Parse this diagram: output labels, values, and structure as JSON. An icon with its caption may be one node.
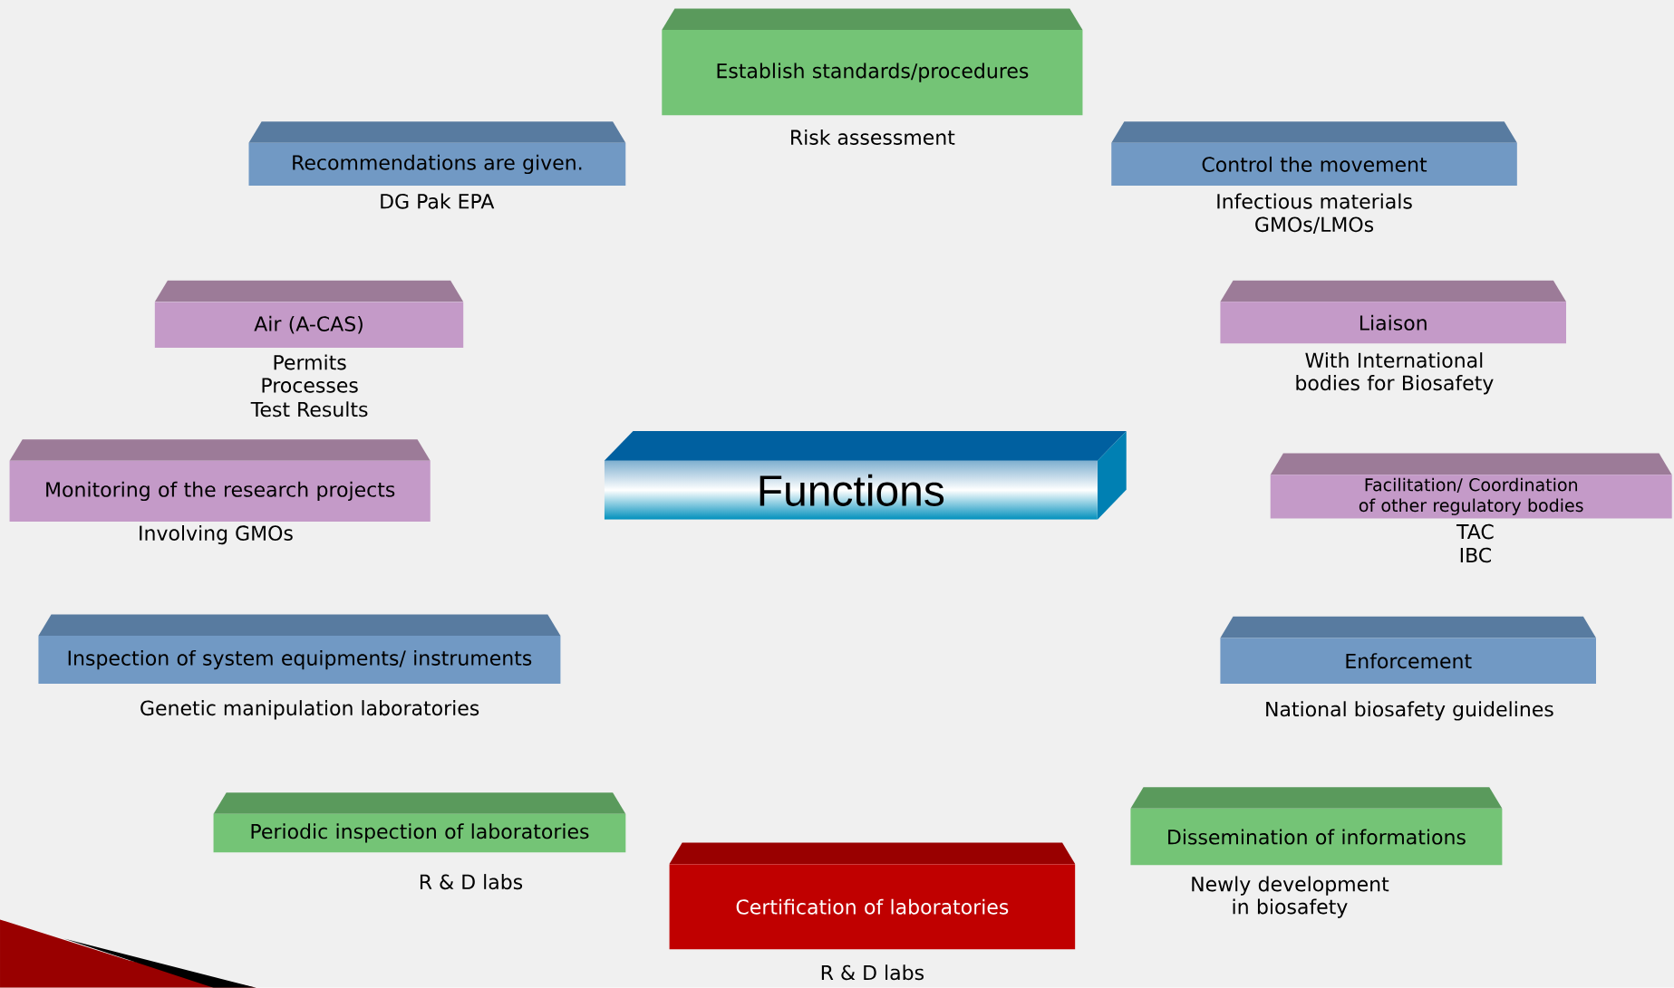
{
  "diagram": {
    "nodes": [
      {
        "text": [
          "Establish standards/procedures"
        ],
        "beside": [
          "Risk assessment"
        ]
      },
      {
        "text": [
          "Recommendations are given."
        ],
        "beside": [
          "DG Pak EPA"
        ]
      },
      {
        "text": [
          "Control the movement"
        ],
        "beside": [
          "Infectious materials",
          "GMOs/LMOs"
        ]
      },
      {
        "text": [
          "Air (A-CAS)"
        ],
        "beside": [
          "Permits",
          "Processes",
          "Test Results"
        ]
      },
      {
        "text": [
          "Liaison"
        ],
        "beside": [
          "With International bodies for Biosafety"
        ]
      },
      {
        "text": [
          "Monitoring of the research projects"
        ],
        "beside": [
          "Involving GMOs"
        ]
      },
      {
        "text": [
          "Functions"
        ]
      },
      {
        "text": [
          "Facilitation/ Coordination of other regulatory bodies"
        ],
        "beside": [
          "TAC",
          "IBC"
        ]
      },
      {
        "text": [
          "Inspection of system equipments/ instruments"
        ],
        "beside": [
          "Genetic manipulation laboratories"
        ]
      },
      {
        "text": [
          "Enforcement"
        ],
        "beside": [
          "National biosafety guidelines"
        ]
      },
      {
        "text": [
          "Periodic inspection of laboratories"
        ],
        "beside": [
          "R & D labs"
        ]
      },
      {
        "text": [
          "Dissemination of  informations"
        ],
        "beside": [
          "Newly development in biosafety"
        ]
      },
      {
        "text": [
          "Certification of laboratories"
        ],
        "beside": [
          "R & D labs"
        ]
      }
    ]
  }
}
